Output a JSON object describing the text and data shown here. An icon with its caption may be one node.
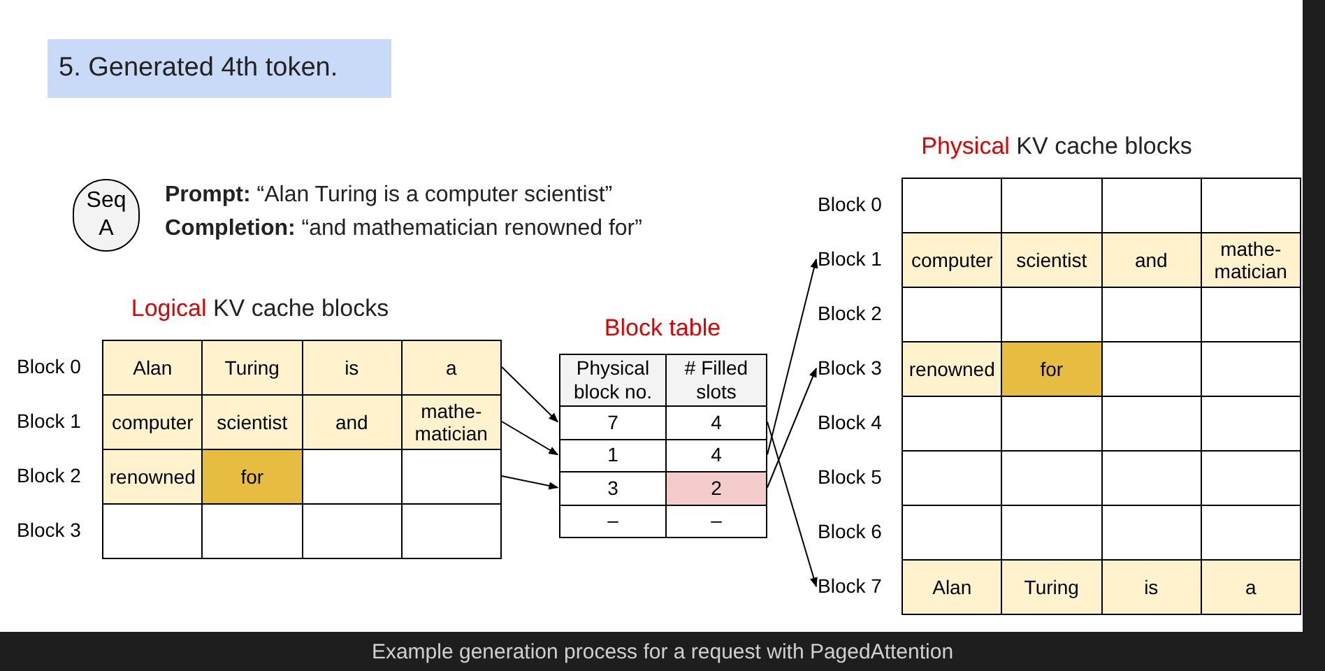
{
  "diagram": {
    "title": "5. Generated 4th token.",
    "caption": "Example generation process for a request with PagedAttention",
    "nodes": [
      {
        "text": [
          "Seq A"
        ]
      },
      {
        "text": [
          "Logical",
          "KV cache blocks"
        ]
      },
      {
        "text": [
          "Block 0",
          "Alan",
          "Turing",
          "is",
          "a"
        ],
        "in": 1
      },
      {
        "text": [
          "Block 1",
          "computer",
          "scientist",
          "and",
          "mathe- matician"
        ],
        "in": 1
      },
      {
        "text": [
          "Block 2",
          "renowned",
          "for"
        ],
        "in": 1
      },
      {
        "text": [
          "Block 3"
        ],
        "in": 1
      },
      {
        "text": [
          "Block table"
        ]
      },
      {
        "text": [
          "Physical block no.",
          "# Filled slots"
        ],
        "in": 6
      },
      {
        "text": [
          "7",
          "4"
        ],
        "in": 6
      },
      {
        "text": [
          "1",
          "4"
        ],
        "in": 6
      },
      {
        "text": [
          "3",
          "2"
        ],
        "in": 6
      },
      {
        "text": [
          "–",
          "–"
        ],
        "in": 6
      },
      {
        "text": [
          "Physical",
          "KV cache blocks"
        ]
      },
      {
        "text": [
          "Block 0"
        ],
        "in": 12
      },
      {
        "text": [
          "Block 1",
          "computer",
          "scientist",
          "and",
          "mathe- matician"
        ],
        "in": 12
      },
      {
        "text": [
          "Block 2"
        ],
        "in": 12
      },
      {
        "text": [
          "Block 3",
          "renowned",
          "for"
        ],
        "in": 12
      },
      {
        "text": [
          "Block 4"
        ],
        "in": 12
      },
      {
        "text": [
          "Block 5"
        ],
        "in": 12
      },
      {
        "text": [
          "Block 6"
        ],
        "in": 12
      },
      {
        "text": [
          "Block 7",
          "Alan",
          "Turing",
          "is",
          "a"
        ],
        "in": 12
      }
    ],
    "edges": [
      {
        "from": 2,
        "to": 8,
        "arrow": "to"
      },
      {
        "from": 3,
        "to": 9,
        "arrow": "to"
      },
      {
        "from": 4,
        "to": 10,
        "arrow": "to"
      },
      {
        "from": 8,
        "to": 20,
        "arrow": "to"
      },
      {
        "from": 9,
        "to": 14,
        "arrow": "to"
      },
      {
        "from": 10,
        "to": 16,
        "arrow": "to"
      }
    ],
    "labels": [
      "**Prompt:** “Alan Turing is a computer scientist”",
      "**Completion:** “and mathematician renowned for”"
    ]
  }
}
